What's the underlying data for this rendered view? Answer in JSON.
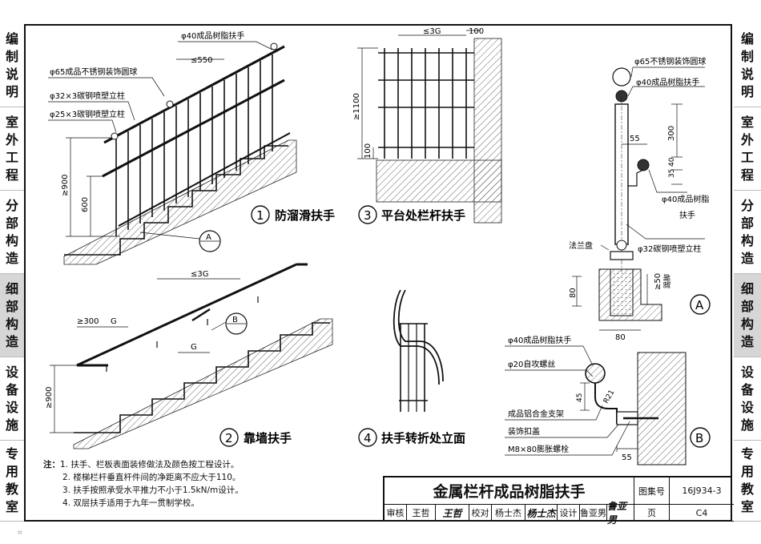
{
  "left_tabs": [
    {
      "label": "编制说明",
      "chars": [
        "编",
        "制",
        "说",
        "明"
      ]
    },
    {
      "label": "室外工程",
      "chars": [
        "室",
        "外",
        "工",
        "程"
      ]
    },
    {
      "label": "分部构造",
      "chars": [
        "分",
        "部",
        "构",
        "造"
      ]
    },
    {
      "label": "细部构造",
      "chars": [
        "细",
        "部",
        "构",
        "造"
      ],
      "active": true
    },
    {
      "label": "设备设施",
      "chars": [
        "设",
        "备",
        "设",
        "施"
      ]
    },
    {
      "label": "专用教室",
      "chars": [
        "专",
        "用",
        "教",
        "室"
      ]
    }
  ],
  "drawing": {
    "d1": {
      "num": "1",
      "title": "防溜滑扶手",
      "labels": {
        "handrail": "φ40成品树脂扶手",
        "spacing": "≤550",
        "ball": "φ65成品不锈钢装饰圆球",
        "post32": "φ32×3碳钢喷塑立柱",
        "post25": "φ25×3碳钢喷塑立柱",
        "h900": "≥900",
        "h600": "600",
        "detail": "A"
      }
    },
    "d2": {
      "num": "2",
      "title": "靠墙扶手",
      "labels": {
        "spacing": "≤3G",
        "g300": "≥300",
        "g": "G",
        "g2": "G",
        "h900": "≥900",
        "detail": "B"
      }
    },
    "d3": {
      "num": "3",
      "title": "平台处栏杆扶手",
      "labels": {
        "spacing": "≤3G",
        "d100top": "100",
        "h1100": "≥1100",
        "d100": "100"
      }
    },
    "d4": {
      "num": "4",
      "title": "扶手转折处立面"
    },
    "dA": {
      "num": "A",
      "labels": {
        "ball": "φ65不锈钢装饰圆球",
        "handrail": "φ40成品树脂扶手",
        "d300": "300",
        "d55": "55",
        "d35": "35",
        "d40": "40",
        "side_rail_1": "φ40成品树脂",
        "side_rail_2": "扶手",
        "flange": "法兰盘",
        "post": "φ32碳钢喷塑立柱",
        "d50": "≥50",
        "h80": "80",
        "w80": "80",
        "side_note": "踢脚"
      }
    },
    "dB": {
      "num": "B",
      "labels": {
        "handrail": "φ40成品树脂扶手",
        "screw": "φ20自攻螺丝",
        "d45": "45",
        "r21": "R21",
        "bracket": "成品铝合金支架",
        "cover": "装饰扣盖",
        "bolt": "M8×80膨胀螺栓",
        "d55": "55"
      }
    }
  },
  "notes": {
    "title": "注：",
    "items": [
      "1. 扶手、栏板表面装修做法及颜色按工程设计。",
      "2. 楼梯栏杆垂直杆件间的净距离不应大于110。",
      "3. 扶手按照承受水平推力不小于1.5kN/m设计。",
      "4. 双层扶手适用于九年一贯制学校。"
    ]
  },
  "title_block": {
    "title": "金属栏杆成品树脂扶手",
    "atlas_label": "图集号",
    "atlas_no": "16J934-3",
    "page_label": "页",
    "page_no": "C4",
    "review_label": "审核",
    "reviewer": "王哲",
    "reviewer_sig": "王哲",
    "check_label": "校对",
    "checker": "杨士杰",
    "checker_sig": "杨士杰",
    "design_label": "设计",
    "designer": "鲁亚男",
    "designer_sig": "鲁亚男"
  }
}
